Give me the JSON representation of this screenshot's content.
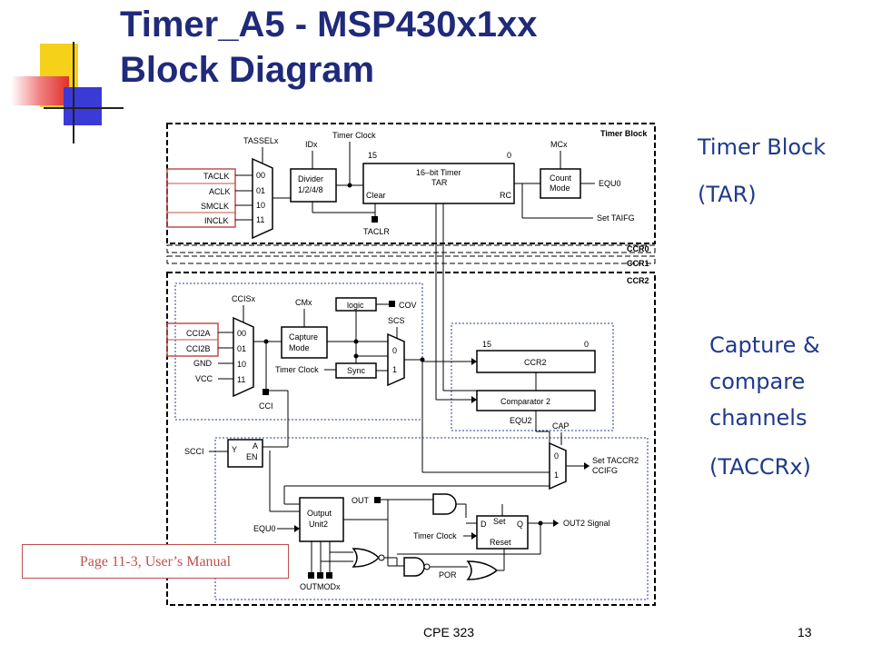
{
  "title": {
    "line1": "Timer_A5 - MSP430x1xx",
    "line2": "Block Diagram"
  },
  "side_labels": {
    "timer_block": "Timer Block",
    "timer_block_reg": "(TAR)",
    "capture_line1": "Capture &",
    "capture_line2": "compare",
    "capture_line3": "channels",
    "capture_reg": "(TACCRx)"
  },
  "diagram": {
    "timer_block_title": "Timer Block",
    "tasselx": "TASSELx",
    "idx": "IDx",
    "timer_clock": "Timer Clock",
    "mcx": "MCx",
    "inputs": [
      "TACLK",
      "ACLK",
      "SMCLK",
      "INCLK"
    ],
    "mux_sel": [
      "00",
      "01",
      "10",
      "11"
    ],
    "divider": [
      "Divider",
      "1/2/4/8"
    ],
    "bit15": "15",
    "bit0": "0",
    "timer_label": [
      "16–bit Timer",
      "TAR"
    ],
    "clear": "Clear",
    "rc": "RC",
    "count_mode": [
      "Count",
      "Mode"
    ],
    "equ0": "EQU0",
    "set_taifg": "Set TAIFG",
    "taclr": "TACLR",
    "ccr0": "CCR0",
    "ccr1": "CCR1",
    "ccr2": "CCR2",
    "ccisx": "CCISx",
    "cmx": "CMx",
    "logic": "logic",
    "cov": "COV",
    "scs": "SCS",
    "cci_inputs": [
      "CCI2A",
      "CCI2B",
      "GND",
      "VCC"
    ],
    "capture_mode": [
      "Capture",
      "Mode"
    ],
    "timer_clock2": "Timer Clock",
    "sync": "Sync",
    "cci": "CCI",
    "ccr2_reg": "CCR2",
    "comparator": "Comparator 2",
    "equ2": "EQU2",
    "cap": "CAP",
    "scci": "SCCI",
    "latch": [
      "Y",
      "A",
      "EN"
    ],
    "set_taccr2": "Set TACCR2",
    "ccifg": "CCIFG",
    "out": "OUT",
    "output_unit": [
      "Output",
      "Unit2"
    ],
    "equ0_b": "EQU0",
    "timer_clock3": "Timer Clock",
    "d": "D",
    "set": "Set",
    "q": "Q",
    "reset": "Reset",
    "out2_signal": "OUT2 Signal",
    "por": "POR",
    "outmodx": "OUTMODx",
    "mux_01": [
      "0",
      "1"
    ]
  },
  "manual_ref": "Page 11-3, User’s Manual",
  "footer": {
    "course": "CPE 323",
    "page": "13"
  },
  "colors": {
    "title": "#1f2a7a",
    "side_text": "#1f3a8a",
    "highlight": "#c0504d",
    "deco_yellow": "#f6d11a",
    "deco_blue": "#3a3ad6",
    "deco_red": "#e0302a"
  }
}
